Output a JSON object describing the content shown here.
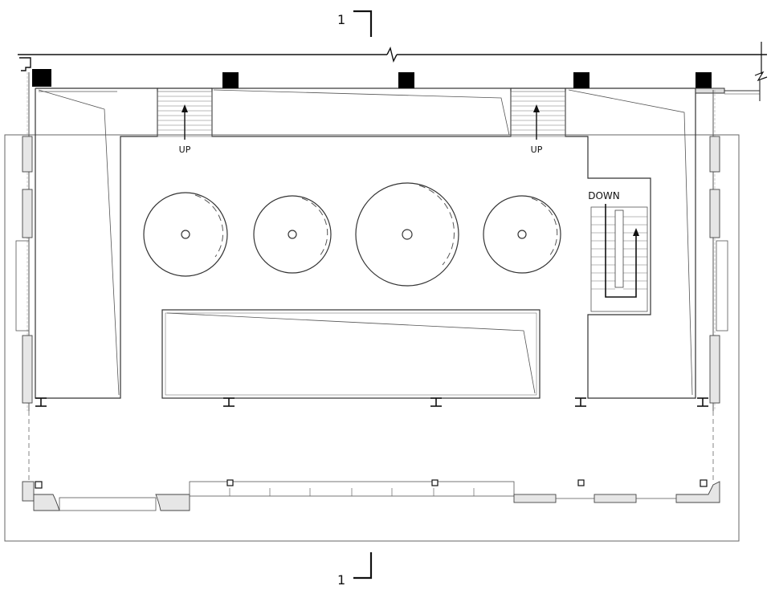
{
  "section_marker": {
    "top_number": "1",
    "bottom_number": "1"
  },
  "stairs": {
    "left_label": "UP",
    "right_label": "UP",
    "down_label": "DOWN"
  },
  "colors": {
    "line": "#333333",
    "column": "#000000",
    "wall_fill": "#e6e6e6"
  }
}
